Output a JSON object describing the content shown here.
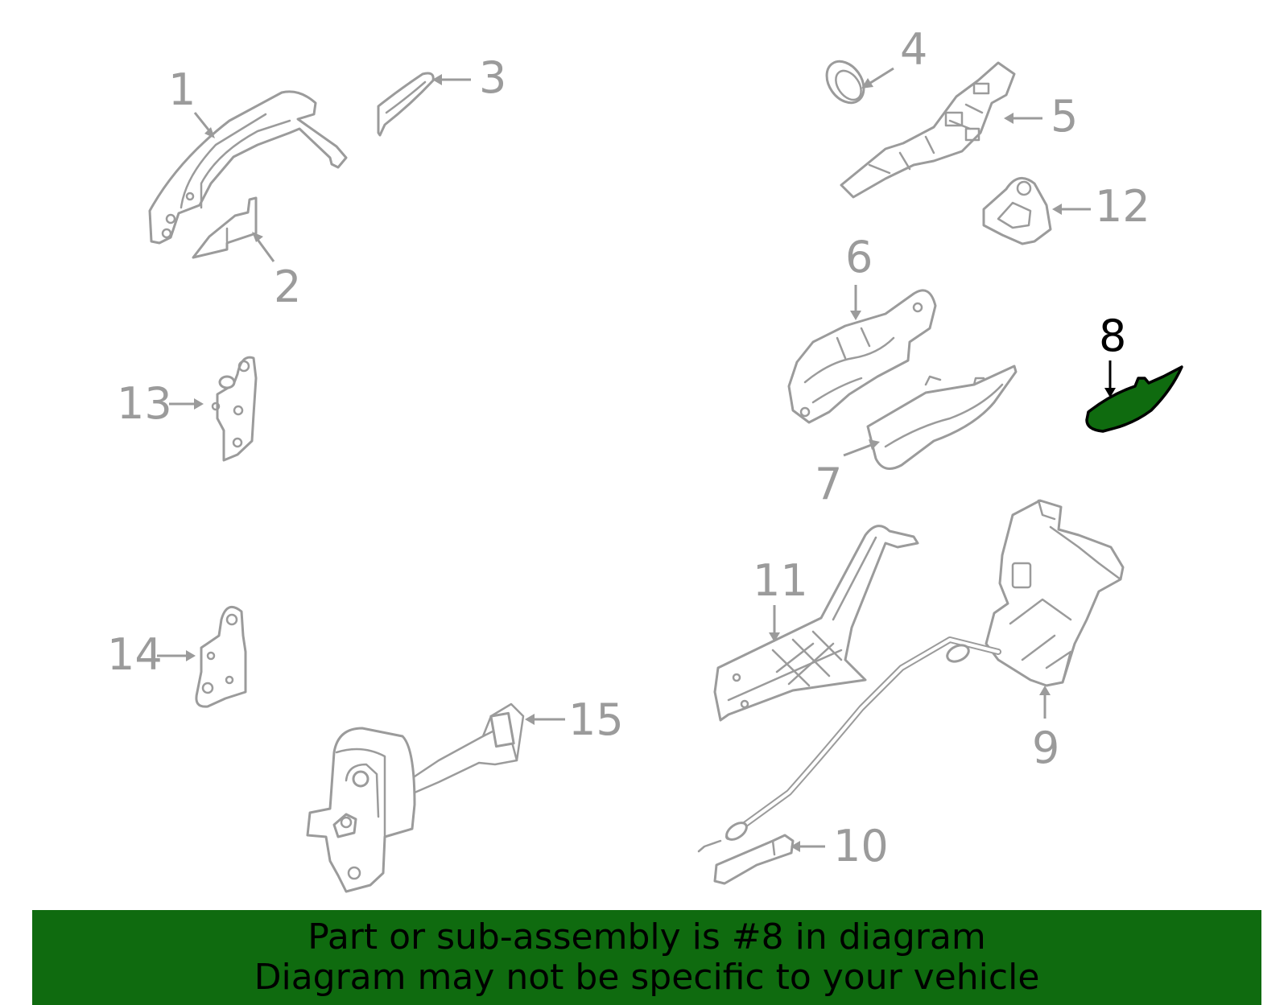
{
  "callouts": {
    "n1": "1",
    "n2": "2",
    "n3": "3",
    "n4": "4",
    "n5": "5",
    "n6": "6",
    "n7": "7",
    "n8": "8",
    "n9": "9",
    "n10": "10",
    "n11": "11",
    "n12": "12",
    "n13": "13",
    "n14": "14",
    "n15": "15"
  },
  "highlighted_part": "8",
  "colors": {
    "highlight": "#0f6b0f",
    "line_art": "#9b9b9b",
    "banner_bg": "#0f6b0f",
    "text": "#000000"
  },
  "banner": {
    "line1": "Part or sub-assembly is #8 in diagram",
    "line2": "Diagram may not be specific to your vehicle"
  }
}
